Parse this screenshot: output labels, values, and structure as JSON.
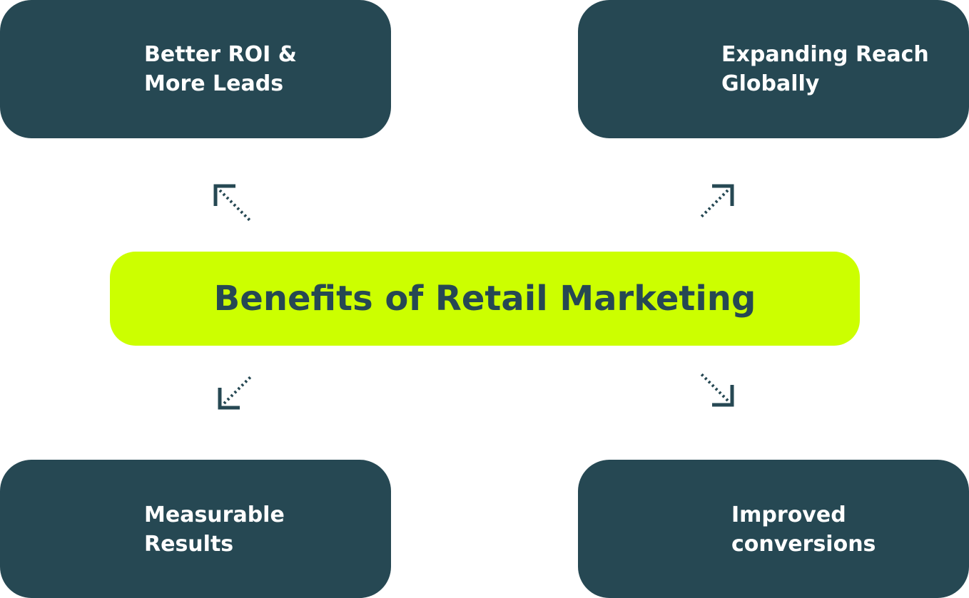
{
  "colors": {
    "box_background": "#264853",
    "box_text": "#ffffff",
    "center_background": "#ccff00",
    "center_text": "#264853",
    "arrow": "#264853"
  },
  "center": {
    "title": "Benefits of Retail Marketing"
  },
  "boxes": {
    "top_left": {
      "line1": "Better ROI &",
      "line2": "More Leads"
    },
    "top_right": {
      "line1": "Expanding Reach",
      "line2": "Globally"
    },
    "bottom_left": {
      "line1": "Measurable",
      "line2": "Results"
    },
    "bottom_right": {
      "line1": "Improved",
      "line2": "conversions"
    }
  },
  "arrows": {
    "top_left": "arrow-up-left-icon",
    "top_right": "arrow-up-right-icon",
    "bottom_left": "arrow-down-left-icon",
    "bottom_right": "arrow-down-right-icon"
  }
}
